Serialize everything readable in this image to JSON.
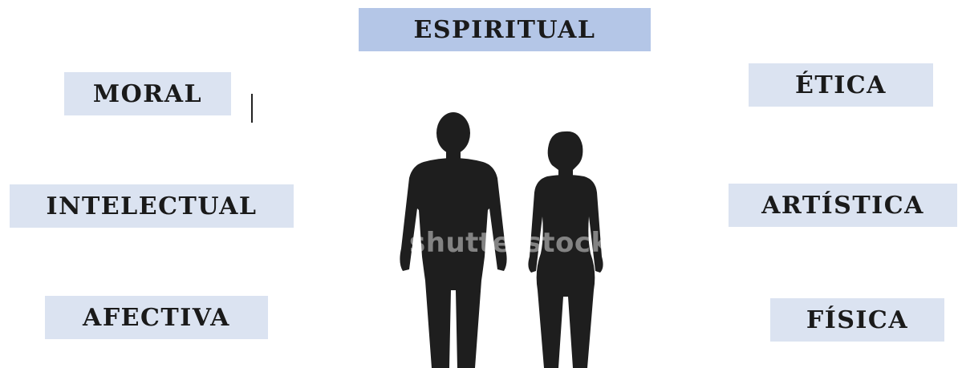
{
  "labels": {
    "espiritual": "ESPIRITUAL",
    "moral": "MORAL",
    "etica": "ÉTICA",
    "intelectual": "INTELECTUAL",
    "artistica": "ARTÍSTICA",
    "afectiva": "AFECTIVA",
    "fisica": "FÍSICA"
  },
  "watermark": "shutterstock",
  "colors": {
    "label_light": "#dbe3f1",
    "label_dark": "#b4c6e7",
    "silhouette": "#1e1e1e"
  }
}
